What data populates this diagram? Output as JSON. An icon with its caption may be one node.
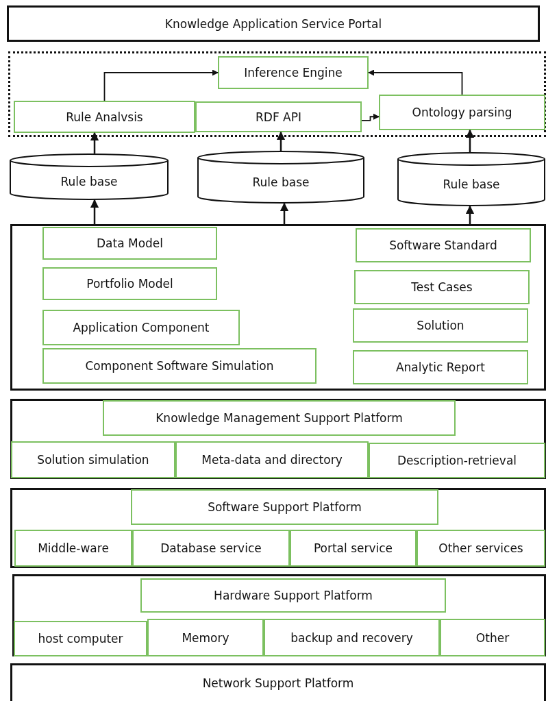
{
  "diagram": {
    "nodes": [
      {
        "text": [
          "Knowledge Application Service Portal"
        ]
      },
      {
        "text": [],
        "shape": "box"
      },
      {
        "text": [
          "Inference Engine"
        ],
        "in": 1
      },
      {
        "text": [
          "Rule Analvsis"
        ],
        "in": 1
      },
      {
        "text": [
          "RDF API"
        ],
        "in": 1
      },
      {
        "text": [
          "Ontology parsing"
        ],
        "in": 1
      },
      {
        "text": [
          "Rule base"
        ]
      },
      {
        "text": [
          "Rule base"
        ]
      },
      {
        "text": [
          "Rule base"
        ]
      },
      {
        "text": [],
        "shape": "box"
      },
      {
        "text": [
          "Data Model"
        ],
        "in": 9
      },
      {
        "text": [
          "Portfolio Model"
        ],
        "in": 9
      },
      {
        "text": [
          "Application Component"
        ],
        "in": 9
      },
      {
        "text": [
          "Component Software Simulation"
        ],
        "in": 9
      },
      {
        "text": [
          "Software Standard"
        ],
        "in": 9
      },
      {
        "text": [
          "Test Cases"
        ],
        "in": 9
      },
      {
        "text": [
          "Solution"
        ],
        "in": 9
      },
      {
        "text": [
          "Analytic Report"
        ],
        "in": 9
      },
      {
        "text": [],
        "shape": "box"
      },
      {
        "text": [
          "Knowledge Management Support Platform"
        ],
        "in": 18
      },
      {
        "text": [
          "Solution simulation"
        ],
        "in": 18
      },
      {
        "text": [
          "Meta-data and directory"
        ],
        "in": 18
      },
      {
        "text": [
          "Description-retrieval"
        ],
        "in": 18
      },
      {
        "text": [],
        "shape": "box"
      },
      {
        "text": [
          "Software Support Platform"
        ],
        "in": 23
      },
      {
        "text": [
          "Middle-ware"
        ],
        "in": 23
      },
      {
        "text": [
          "Database service"
        ],
        "in": 23
      },
      {
        "text": [
          "Portal service"
        ],
        "in": 23
      },
      {
        "text": [
          "Other services"
        ],
        "in": 23
      },
      {
        "text": [],
        "shape": "box"
      },
      {
        "text": [
          "Hardware Support Platform"
        ],
        "in": 29
      },
      {
        "text": [
          "host computer"
        ],
        "in": 29
      },
      {
        "text": [
          "Memory"
        ],
        "in": 29
      },
      {
        "text": [
          "backup and recovery"
        ],
        "in": 29
      },
      {
        "text": [
          "Other"
        ],
        "in": 29
      },
      {
        "text": [
          "Network Support Platform"
        ]
      }
    ],
    "edges": [
      {
        "from": 3,
        "to": 2,
        "arrow": "to"
      },
      {
        "from": 5,
        "to": 2,
        "arrow": "to"
      },
      {
        "from": 4,
        "to": 5,
        "arrow": "to"
      },
      {
        "from": 6,
        "to": 3,
        "arrow": "to"
      },
      {
        "from": 7,
        "to": 4,
        "arrow": "to"
      },
      {
        "from": 8,
        "to": 5,
        "arrow": "to"
      },
      {
        "from": 9,
        "to": 6,
        "arrow": "to"
      },
      {
        "from": 9,
        "to": 7,
        "arrow": "to"
      },
      {
        "from": 9,
        "to": 8,
        "arrow": "to"
      }
    ]
  }
}
